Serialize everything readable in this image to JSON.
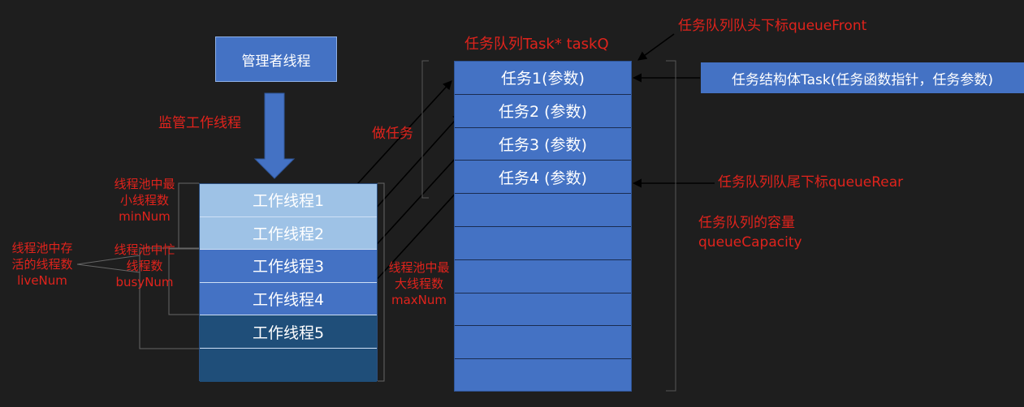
{
  "manager": {
    "label": "管理者线程"
  },
  "monitor_label": "监管工作线程",
  "worker_rows": [
    "工作线程1",
    "工作线程2",
    "工作线程3",
    "工作线程4",
    "工作线程5",
    ""
  ],
  "queue": {
    "title": "任务队列Task* taskQ",
    "rows": [
      "任务1(参数)",
      "任务2 (参数)",
      "任务3 (参数)",
      "任务4 (参数)",
      "",
      "",
      "",
      "",
      "",
      ""
    ]
  },
  "do_task_label": "做任务",
  "struct_box": "任务结构体Task(任务函数指针，任务参数)",
  "queue_front": "任务队列队头下标queueFront",
  "queue_rear": "任务队列队尾下标queueRear",
  "capacity": {
    "line1": "任务队列的容量",
    "line2": "queueCapacity"
  },
  "min_num": {
    "line1": "线程池中最",
    "line2": "小线程数",
    "line3": "minNum"
  },
  "busy_num": {
    "line1": "线程池中忙",
    "line2": "线程数",
    "line3": "busyNum"
  },
  "live_num": {
    "line1": "线程池中存",
    "line2": "活的线程数",
    "line3": "liveNum"
  },
  "max_num": {
    "line1": "线程池中最",
    "line2": "大线程数",
    "line3": "maxNum"
  },
  "colors": {
    "box_blue": "#4472c4",
    "light_blue": "#9ec2e6",
    "dark_blue": "#1f4e79",
    "label_red": "#e0231c",
    "background": "#1e1e1e"
  }
}
